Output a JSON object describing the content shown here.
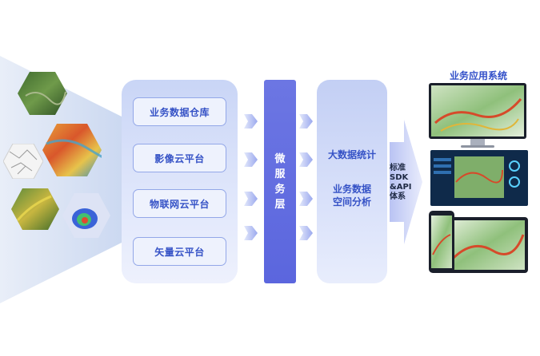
{
  "left_panel": {
    "items": [
      {
        "label": "业务数据仓库"
      },
      {
        "label": "影像云平台"
      },
      {
        "label": "物联网云平台"
      },
      {
        "label": "矢量云平台"
      }
    ]
  },
  "middle_panel": {
    "chars": [
      "微",
      "服",
      "务",
      "层"
    ]
  },
  "right_panel": {
    "line1": "大数据统计",
    "line2a": "业务数据",
    "line2b": "空间分析"
  },
  "sdk": {
    "l1": "标准",
    "l2": "SDK",
    "l3": "&API",
    "l4": "体系"
  },
  "apps": {
    "title": "业务应用系统"
  },
  "colors": {
    "primary": "#3552c6",
    "panel": "#5b66de",
    "accent_light": "#c9d5f6"
  }
}
